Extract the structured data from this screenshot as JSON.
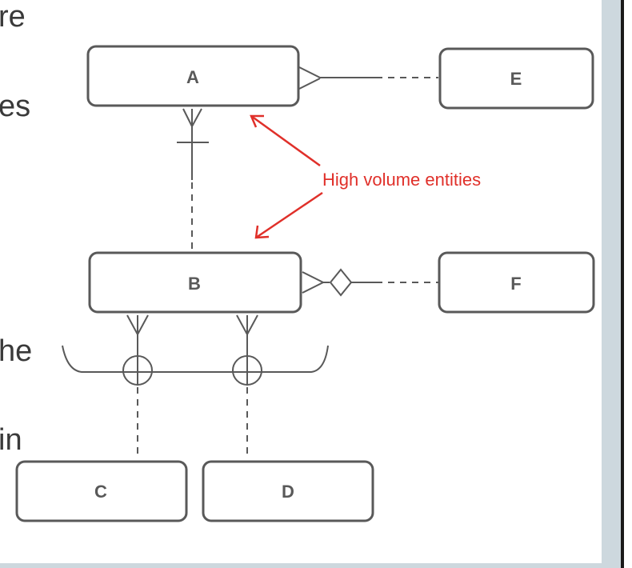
{
  "slide": {
    "text_fragments": [
      "re",
      "es",
      "he",
      "in"
    ]
  },
  "diagram": {
    "entities": {
      "a": "A",
      "b": "B",
      "c": "C",
      "d": "D",
      "e": "E",
      "f": "F"
    },
    "annotation": "High volume entities",
    "colors": {
      "entity_stroke": "#595959",
      "annotation": "#e0302a",
      "side_panel": "#cdd8de"
    }
  }
}
